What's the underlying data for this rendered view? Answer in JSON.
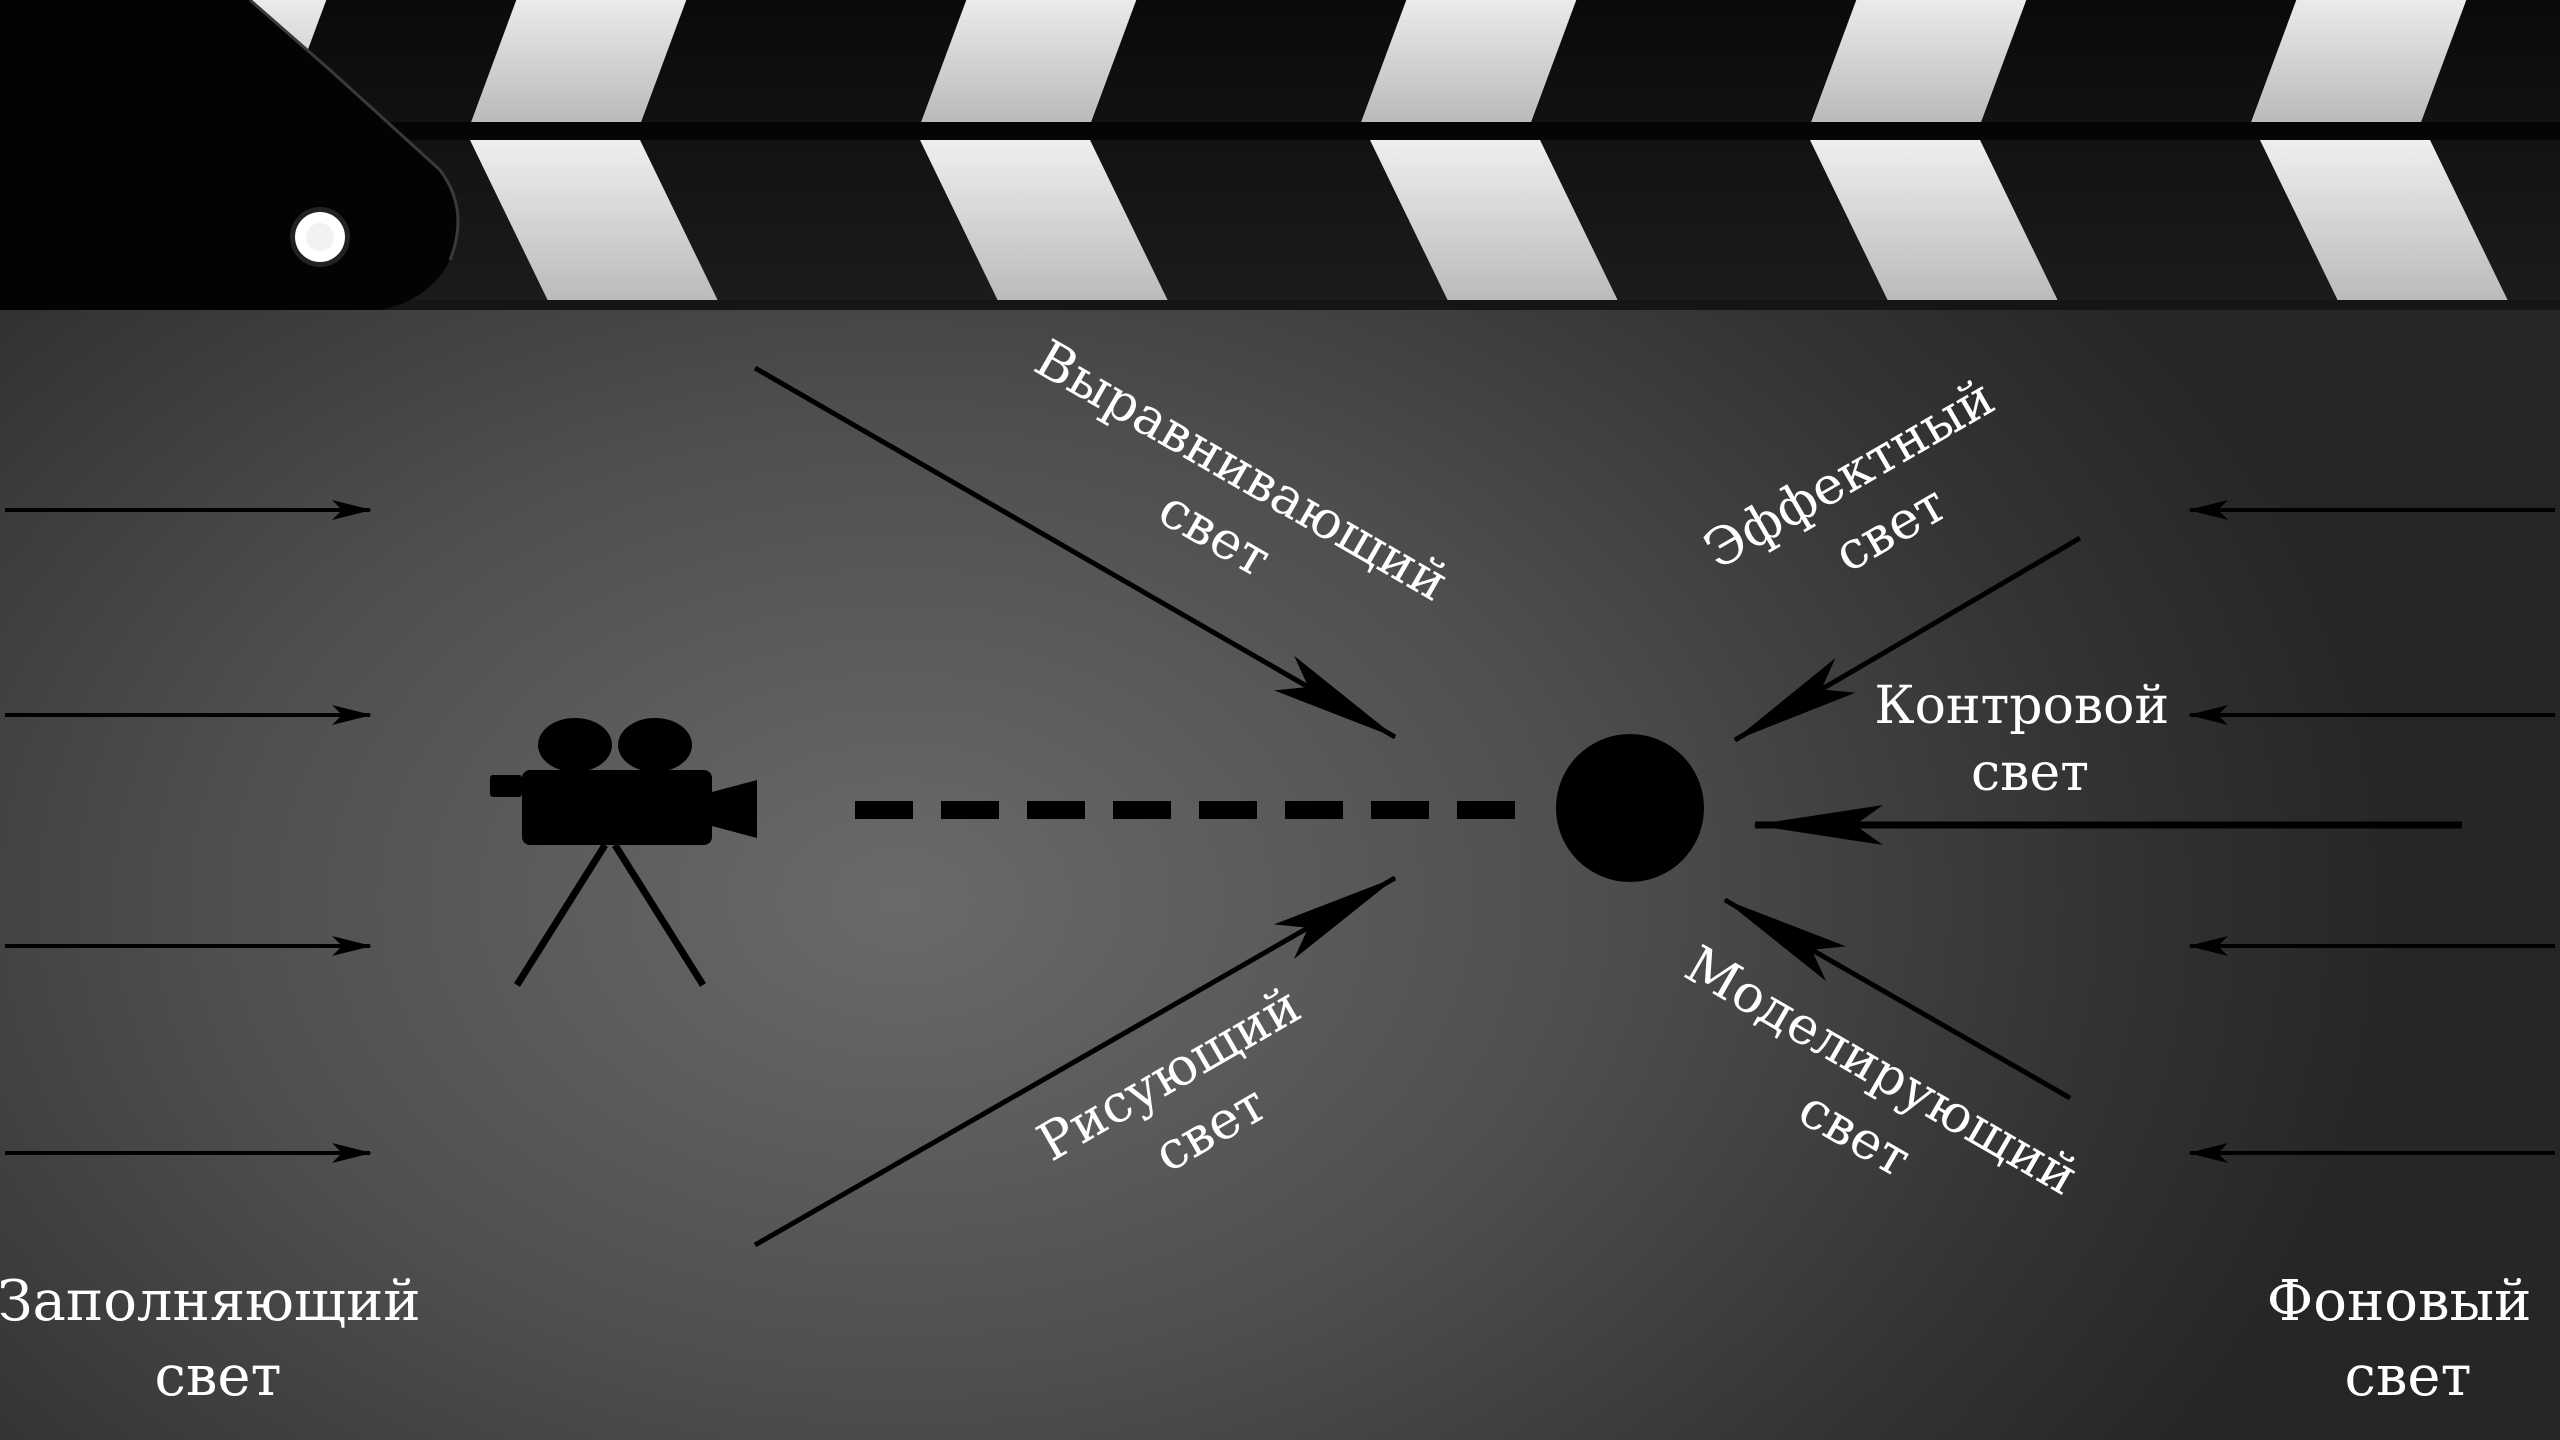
{
  "labels": {
    "fill_light": [
      "Заполняющий",
      "свет"
    ],
    "background_light": [
      "Фоновый",
      "свет"
    ],
    "leveling_light": [
      "Выравнивающий",
      "свет"
    ],
    "effect_light": [
      "Эффектный",
      "свет"
    ],
    "back_light": [
      "Контровой",
      "свет"
    ],
    "key_light": [
      "Рисующий",
      "свет"
    ],
    "modeling_light": [
      "Моделирующий",
      "свет"
    ]
  },
  "icons": {
    "clapperboard": "clapperboard-icon",
    "camera": "movie-camera-icon",
    "subject": "subject-circle-icon"
  },
  "colors": {
    "background_center": "#6a6a6a",
    "background_edge": "#262626",
    "stripe_light": "#d8d8d8",
    "stripe_dark": "#111111",
    "arrow": "#000000",
    "text": "#ffffff"
  }
}
